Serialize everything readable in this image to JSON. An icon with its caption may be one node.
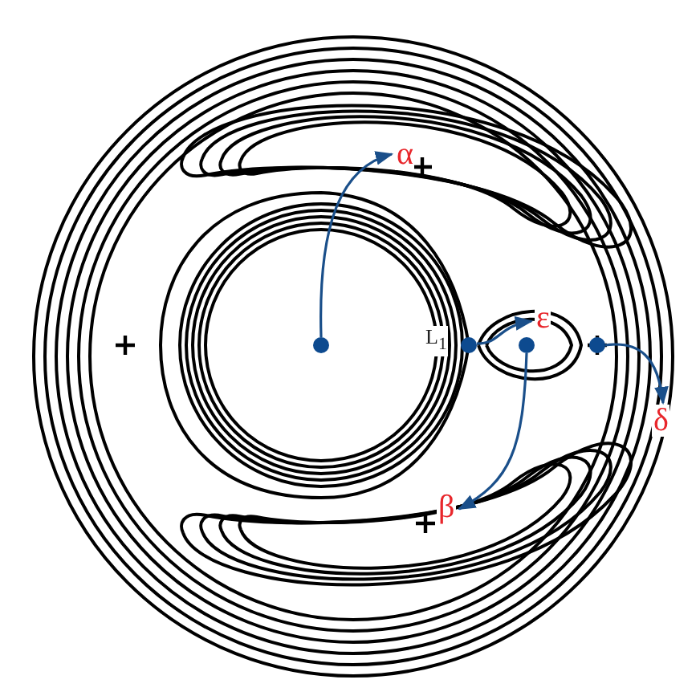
{
  "diagram": {
    "nodes": [
      {
        "text": [],
        "shape": "circle"
      },
      {
        "text": [
          "α"
        ]
      },
      {
        "text": [],
        "shape": "circle",
        "beside": [
          "L$_{1}$"
        ]
      },
      {
        "text": [
          "ε"
        ]
      },
      {
        "text": [],
        "shape": "circle"
      },
      {
        "text": [
          "β"
        ]
      },
      {
        "text": [],
        "shape": "circle"
      },
      {
        "text": [
          "δ"
        ]
      }
    ],
    "edges": [
      {
        "from": 0,
        "to": 1,
        "arrow": "to"
      },
      {
        "from": 2,
        "to": 3,
        "arrow": "to"
      },
      {
        "from": 4,
        "to": 5,
        "arrow": "to"
      },
      {
        "from": 6,
        "to": 7,
        "arrow": "to"
      }
    ]
  }
}
